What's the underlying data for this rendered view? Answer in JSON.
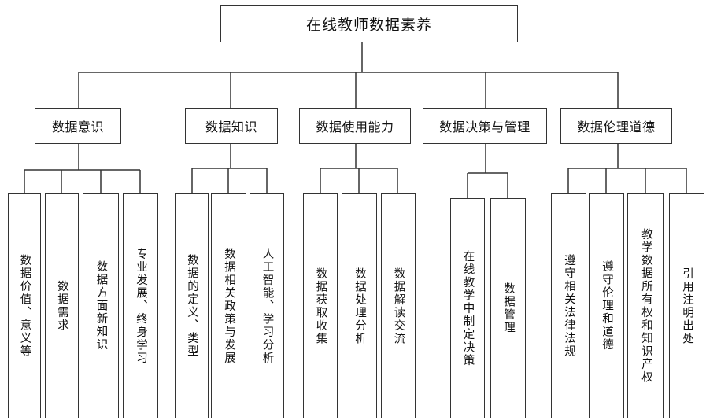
{
  "root": {
    "label": "在线教师数据素养"
  },
  "categories": [
    {
      "label": "数据意识",
      "children": [
        {
          "label": "数据价值、意义等"
        },
        {
          "label": "数据需求"
        },
        {
          "label": "数据方面新知识"
        },
        {
          "label": "专业发展、终身学习"
        }
      ]
    },
    {
      "label": "数据知识",
      "children": [
        {
          "label": "数据的定义、类型"
        },
        {
          "label": "数据相关政策与发展"
        },
        {
          "label": "人工智能、学习分析"
        }
      ]
    },
    {
      "label": "数据使用能力",
      "children": [
        {
          "label": "数据获取收集"
        },
        {
          "label": "数据处理分析"
        },
        {
          "label": "数据解读交流"
        }
      ]
    },
    {
      "label": "数据决策与管理",
      "children": [
        {
          "label": "在线教学中制定决策"
        },
        {
          "label": "数据管理"
        }
      ]
    },
    {
      "label": "数据伦理道德",
      "children": [
        {
          "label": "遵守相关法律法规"
        },
        {
          "label": "遵守伦理和道德"
        },
        {
          "label": "教学数据所有权和知识产权"
        },
        {
          "label": "引用注明出处"
        }
      ]
    }
  ]
}
